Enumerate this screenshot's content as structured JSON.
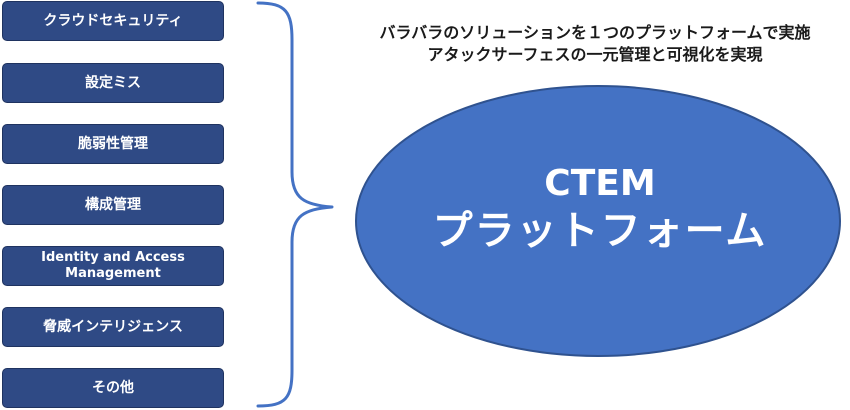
{
  "items": [
    "クラウドセキュリティ",
    "設定ミス",
    "脆弱性管理",
    "構成管理",
    "Identity and Access Management",
    "脅威インテリジェンス",
    "その他"
  ],
  "caption": {
    "line1": "バラバラのソリューションを１つのプラットフォームで実施",
    "line2": "アタックサーフェスの一元管理と可視化を実現"
  },
  "platform": {
    "line1": "CTEM",
    "line2": "プラットフォーム"
  },
  "colors": {
    "box_fill": "#2f4a85",
    "ellipse_fill": "#4472c4",
    "ellipse_stroke": "#2f528f",
    "brace": "#4472c4"
  }
}
